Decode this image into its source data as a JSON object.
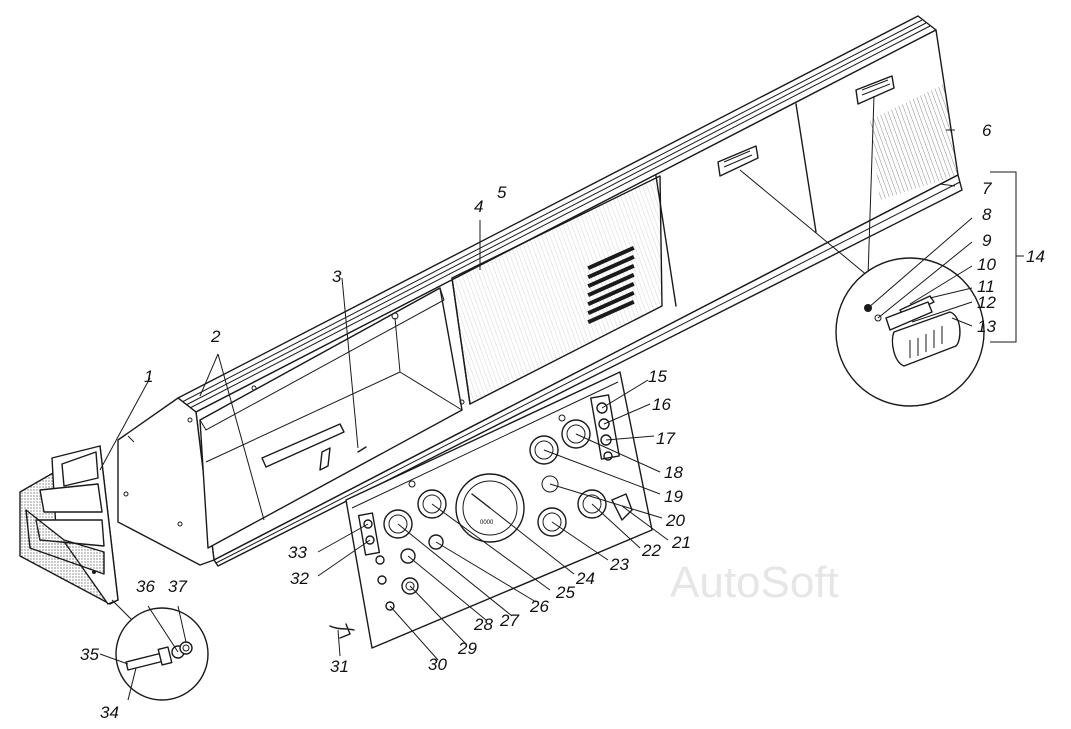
{
  "watermark": "AutoSoft",
  "callouts": [
    "1",
    "2",
    "3",
    "4",
    "5",
    "6",
    "7",
    "8",
    "9",
    "10",
    "11",
    "12",
    "13",
    "14",
    "15",
    "16",
    "17",
    "18",
    "19",
    "20",
    "21",
    "22",
    "23",
    "24",
    "25",
    "26",
    "27",
    "28",
    "29",
    "30",
    "31",
    "32",
    "33",
    "34",
    "35",
    "36",
    "37"
  ],
  "colors": {
    "ink": "#1a1a1a",
    "background": "#ffffff",
    "watermark": "#e6e6e6"
  }
}
